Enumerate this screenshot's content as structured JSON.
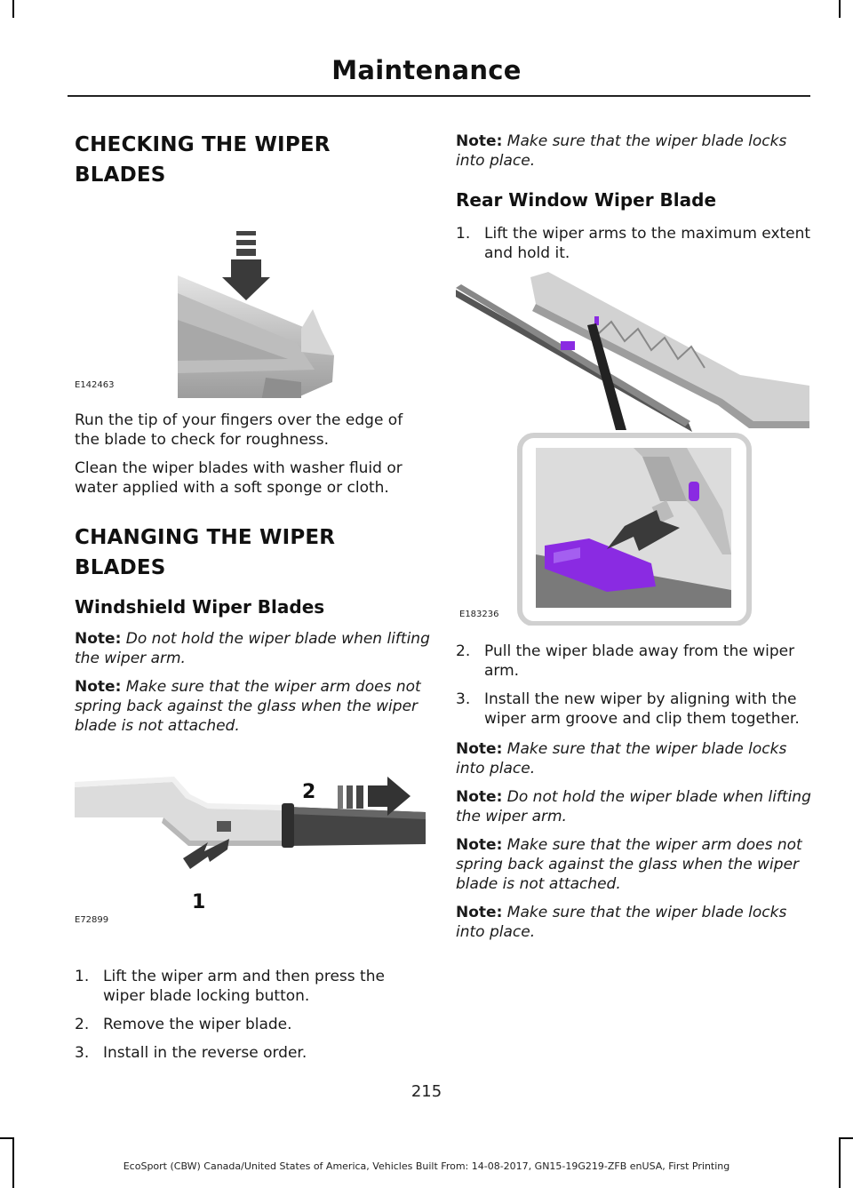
{
  "header": {
    "title": "Maintenance"
  },
  "left": {
    "section1_title": "CHECKING THE WIPER BLADES",
    "fig1_code": "E142463",
    "para1": "Run the tip of your fingers over the edge of the blade to check for roughness.",
    "para2": "Clean the wiper blades with washer fluid or water applied with a soft sponge or cloth.",
    "section2_title": "CHANGING THE WIPER BLADES",
    "subsection_title": "Windshield Wiper Blades",
    "note1_label": "Note:",
    "note1_text": "Do not hold the wiper blade when lifting the wiper arm.",
    "note2_label": "Note:",
    "note2_text": "Make sure that the wiper arm does not spring back against the glass when the wiper blade is not attached.",
    "fig2_code": "E72899",
    "fig2_callout1": "1",
    "fig2_callout2": "2",
    "steps": [
      {
        "num": "1.",
        "text": "Lift the wiper arm and then press the wiper blade locking button."
      },
      {
        "num": "2.",
        "text": "Remove the wiper blade."
      },
      {
        "num": "3.",
        "text": "Install in the reverse order."
      }
    ]
  },
  "right": {
    "note0_label": "Note:",
    "note0_text": "Make sure that the wiper blade locks into place.",
    "subsection_title": "Rear Window Wiper Blade",
    "step1": {
      "num": "1.",
      "text": "Lift the wiper arms to the maximum extent and hold it."
    },
    "fig3_code": "E183236",
    "steps": [
      {
        "num": "2.",
        "text": "Pull the wiper blade away from the wiper arm."
      },
      {
        "num": "3.",
        "text": "Install the new wiper by aligning with the wiper arm groove and clip them together."
      }
    ],
    "notes": [
      {
        "label": "Note:",
        "text": "Make sure that the wiper blade locks into place."
      },
      {
        "label": "Note:",
        "text": "Do not hold the wiper blade when lifting the wiper arm."
      },
      {
        "label": "Note:",
        "text": "Make sure that the wiper arm does not spring back against the glass when the wiper blade is not attached."
      },
      {
        "label": "Note:",
        "text": "Make sure that the wiper blade locks into place."
      }
    ]
  },
  "footer": {
    "page_number": "215",
    "line": "EcoSport (CBW) Canada/United States of America, Vehicles Built From: 14-08-2017, GN15-19G219-ZFB enUSA, First Printing"
  },
  "colors": {
    "clip_purple": "#8a2be2",
    "arrow_dark": "#3a3a3a",
    "blade_gray": "#c8c8c8"
  }
}
